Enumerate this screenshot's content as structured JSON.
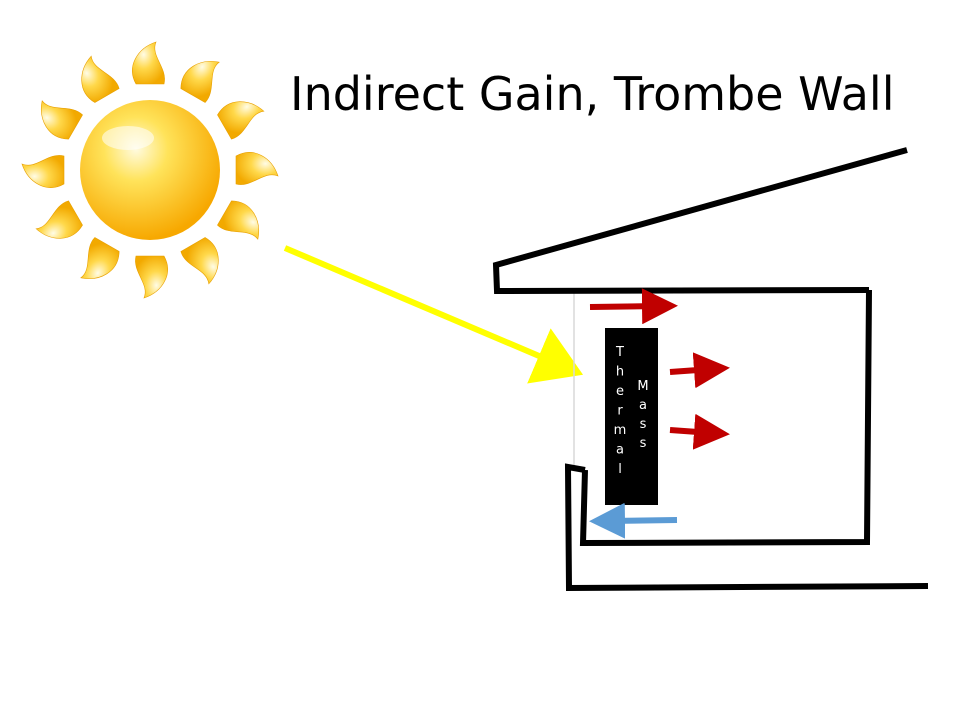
{
  "title": "Indirect Gain, Trombe Wall",
  "thermal_mass": {
    "word1": "Thermal",
    "word2": "Mass"
  },
  "colors": {
    "sunray": "#ffff00",
    "warm_air": "#c00000",
    "cool_air": "#5b9bd5",
    "structure": "#000000",
    "glazing": "#d9d9d9",
    "mass_fill": "#000000",
    "mass_text": "#ffffff",
    "sun_core": "#fbbf0e",
    "sun_ray_petal": "#fdc82f"
  },
  "icons": {
    "sun": "sun-icon"
  }
}
